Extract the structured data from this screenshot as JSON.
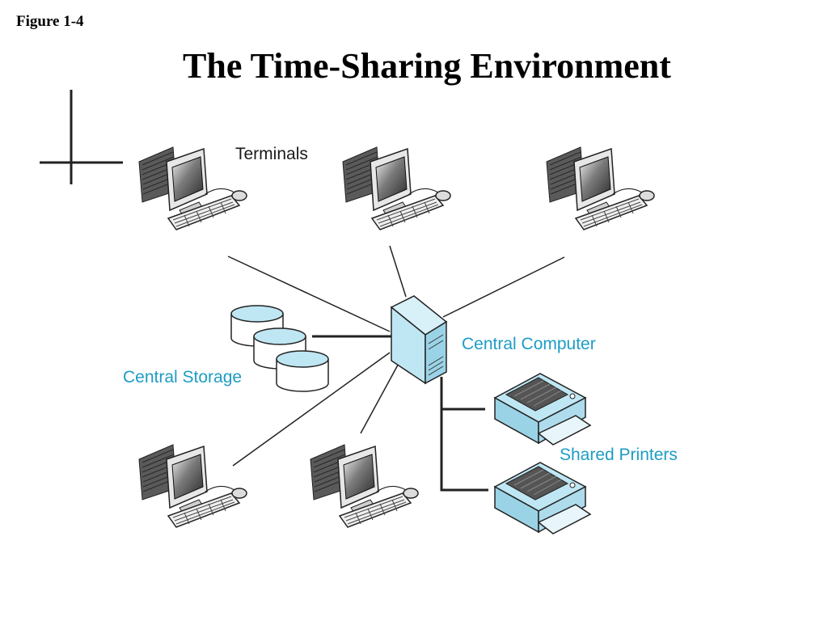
{
  "figure_label": "Figure 1-4",
  "title": "The Time-Sharing Environment",
  "labels": {
    "terminals": "Terminals",
    "central_computer": "Central Computer",
    "central_storage": "Central Storage",
    "shared_printers": "Shared Printers"
  },
  "nodes": {
    "terminals": [
      "terminal-icon",
      "terminal-icon",
      "terminal-icon",
      "terminal-icon",
      "terminal-icon"
    ],
    "server": "server-tower-icon",
    "storage": [
      "disk-icon",
      "disk-icon",
      "disk-icon"
    ],
    "printers": [
      "printer-icon",
      "printer-icon"
    ]
  },
  "colors": {
    "accent": "#1e9cc4",
    "device_fill": "#bfe6f3",
    "line": "#222222"
  }
}
